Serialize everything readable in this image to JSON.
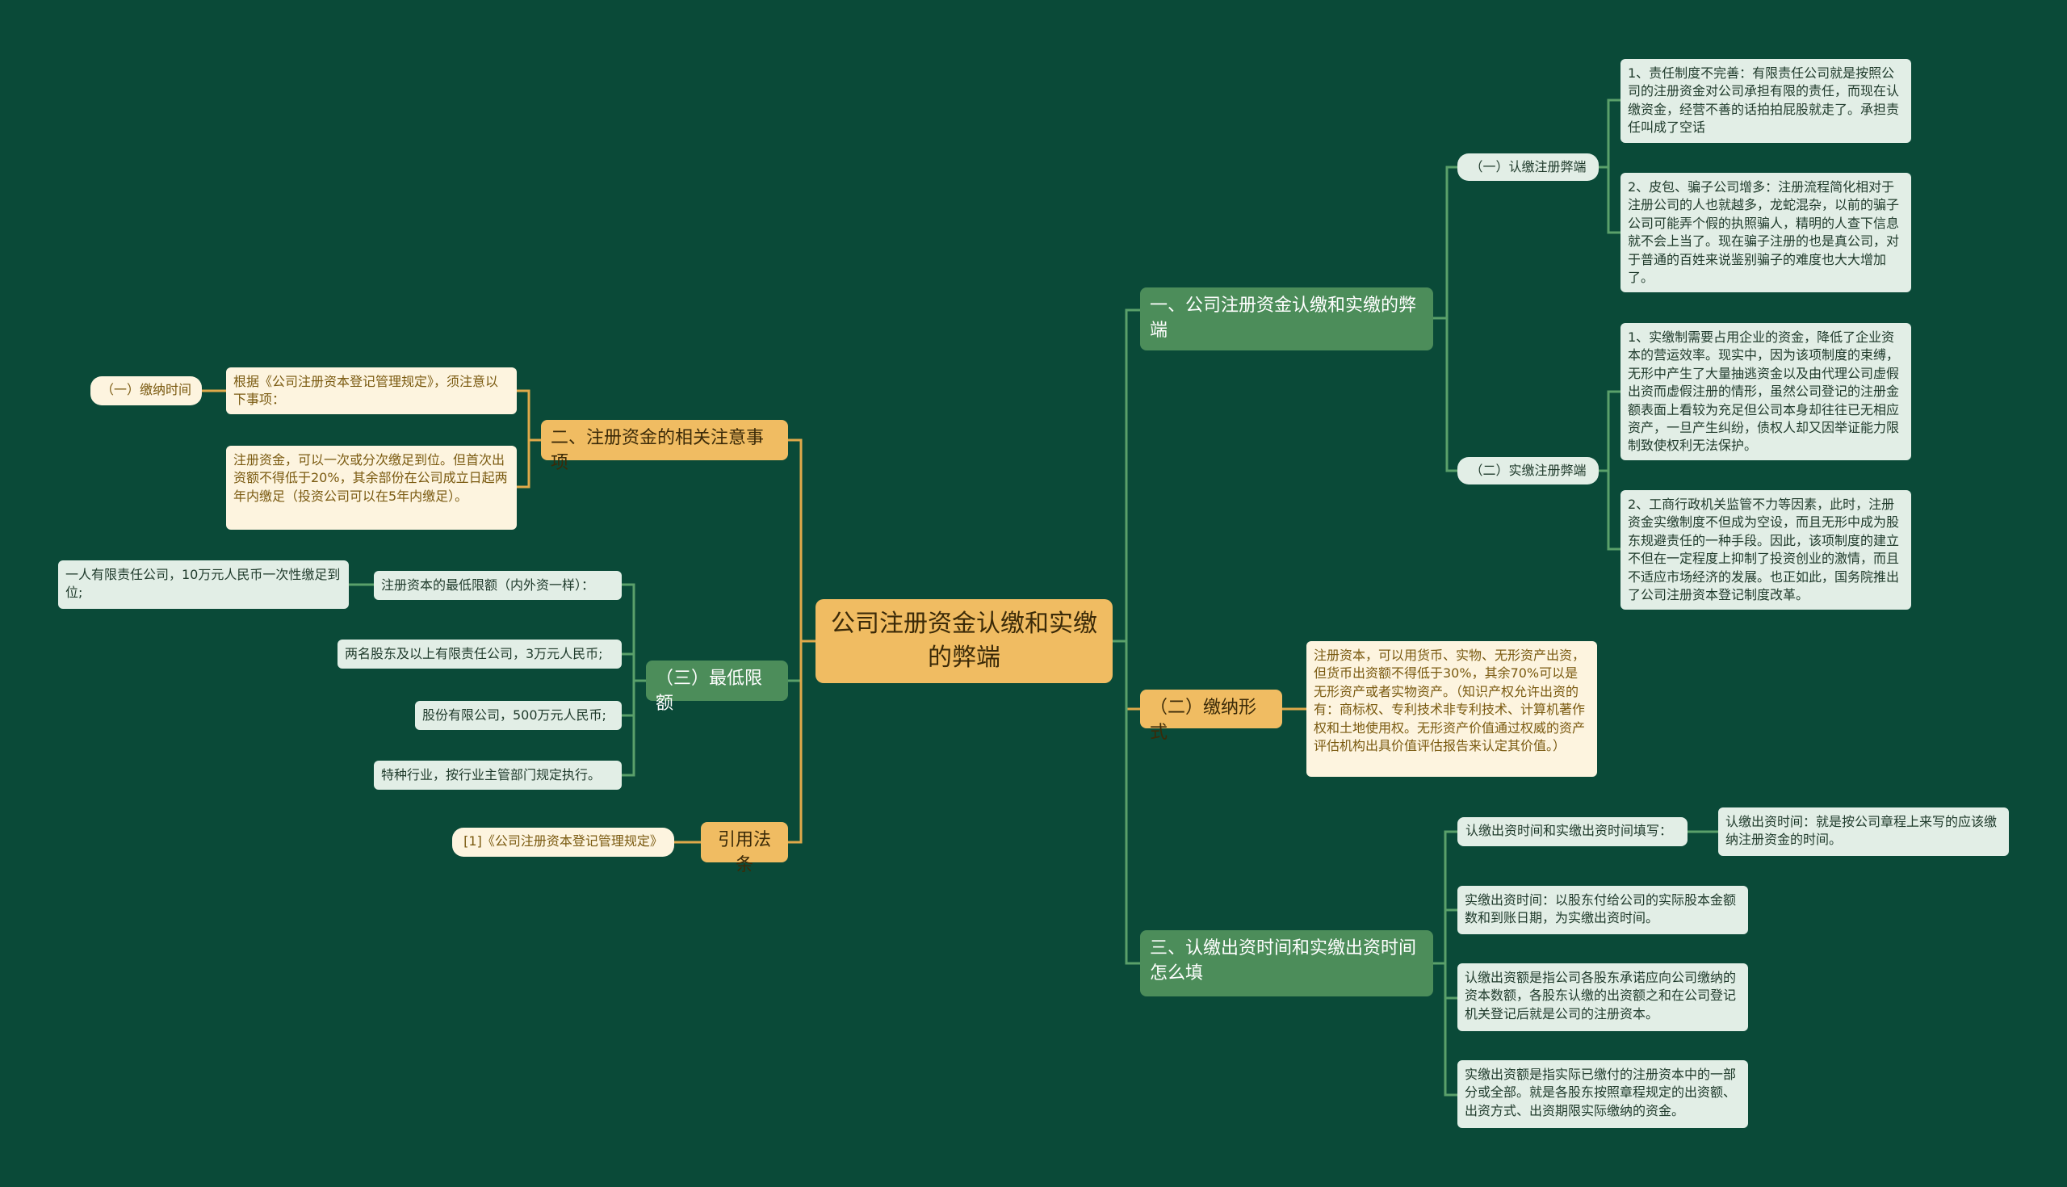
{
  "root": {
    "title": "公司注册资金认缴和实缴的弊端"
  },
  "right": {
    "b1": {
      "label": "一、公司注册资金认缴和实缴的弊端",
      "sub1": {
        "label": "（一）认缴注册弊端",
        "leaves": [
          "1、责任制度不完善：有限责任公司就是按照公司的注册资金对公司承担有限的责任，而现在认缴资金，经营不善的话拍拍屁股就走了。承担责任叫成了空话",
          "2、皮包、骗子公司增多：注册流程简化相对于注册公司的人也就越多，龙蛇混杂，以前的骗子公司可能弄个假的执照骗人，精明的人查下信息就不会上当了。现在骗子注册的也是真公司，对于普通的百姓来说鉴别骗子的难度也大大增加了。"
        ]
      },
      "sub2": {
        "label": "（二）实缴注册弊端",
        "leaves": [
          "1、实缴制需要占用企业的资金，降低了企业资本的营运效率。现实中，因为该项制度的束缚，无形中产生了大量抽逃资金以及由代理公司虚假出资而虚假注册的情形，虽然公司登记的注册金额表面上看较为充足但公司本身却往往已无相应资产，一旦产生纠纷，债权人却又因举证能力限制致使权利无法保护。",
          "2、工商行政机关监管不力等因素，此时，注册资金实缴制度不但成为空设，而且无形中成为股东规避责任的一种手段。因此，该项制度的建立不但在一定程度上抑制了投资创业的激情，而且不适应市场经济的发展。也正如此，国务院推出了公司注册资本登记制度改革。"
        ]
      }
    },
    "b2": {
      "label": "（二）缴纳形式",
      "leaf": "注册资本，可以用货币、实物、无形资产出资，但货币出资额不得低于30%，其余70%可以是无形资产或者实物资产。（知识产权允许出资的有：商标权、专利技术非专利技术、计算机著作权和土地使用权。无形资产价值通过权威的资产评估机构出具价值评估报告来认定其价值。）"
    },
    "b3": {
      "label": "三、认缴出资时间和实缴出资时间怎么填",
      "sub1": {
        "label": "认缴出资时间和实缴出资时间填写：",
        "leaf": "认缴出资时间：就是按公司章程上来写的应该缴纳注册资金的时间。"
      },
      "leaves": [
        "实缴出资时间：以股东付给公司的实际股本金额数和到账日期，为实缴出资时间。",
        "认缴出资额是指公司各股东承诺应向公司缴纳的资本数额，各股东认缴的出资额之和在公司登记机关登记后就是公司的注册资本。",
        "实缴出资额是指实际已缴付的注册资本中的一部分或全部。就是各股东按照章程规定的出资额、出资方式、出资期限实际缴纳的资金。"
      ]
    }
  },
  "left": {
    "b1": {
      "label": "二、注册资金的相关注意事项",
      "leaf1": {
        "text": "根据《公司注册资本登记管理规定》，须注意以下事项：",
        "child": "（一）缴纳时间"
      },
      "leaf2": "注册资金，可以一次或分次缴足到位。但首次出资额不得低于20%，其余部份在公司成立日起两年内缴足（投资公司可以在5年内缴足）。"
    },
    "b2": {
      "label": "（三）最低限额",
      "sub1": {
        "label": "注册资本的最低限额（内外资一样）：",
        "leaf": "一人有限责任公司，10万元人民币一次性缴足到位;"
      },
      "leaves": [
        "两名股东及以上有限责任公司，3万元人民币;",
        "股份有限公司，500万元人民币;",
        "特种行业，按行业主管部门规定执行。"
      ]
    },
    "b3": {
      "label": "引用法条",
      "leaf": "[1]《公司注册资本登记管理规定》"
    }
  },
  "colors": {
    "background": "#0a4a38",
    "root": "#f0bc62",
    "green_branch": "#4c8d5a",
    "orange_branch": "#f0bc62",
    "green_leaf": "#e2eee6",
    "orange_leaf": "#fdf4df",
    "green_link": "#5aa06a",
    "orange_link": "#e0a94a"
  }
}
